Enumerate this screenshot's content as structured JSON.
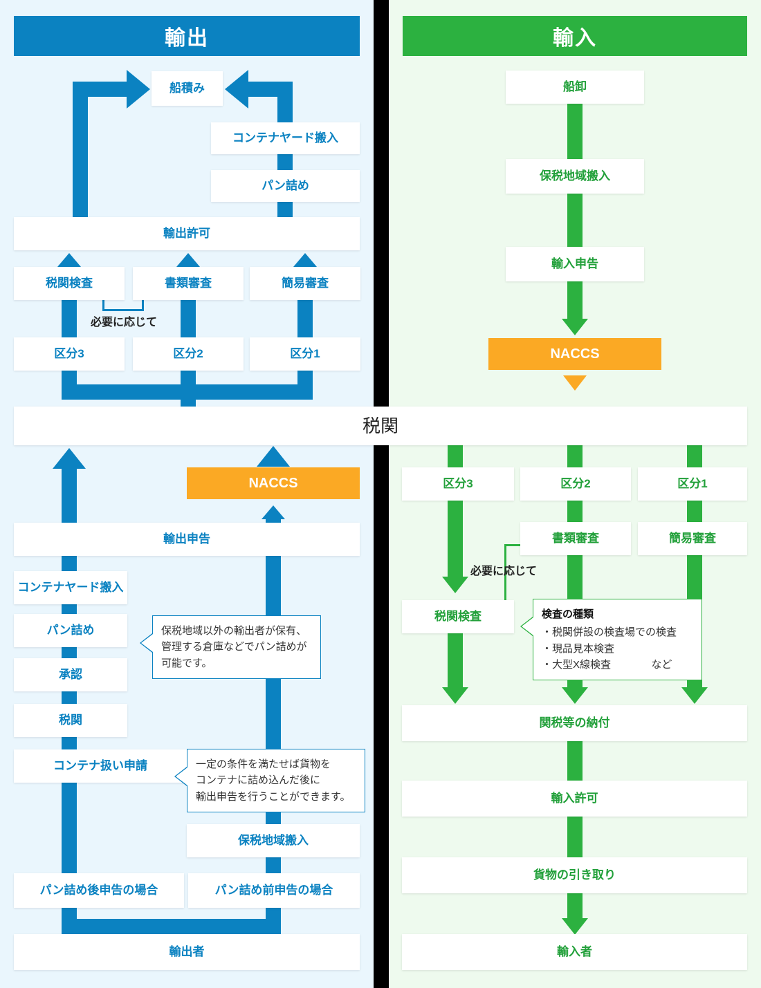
{
  "export": {
    "header": "輸出",
    "accent": "#0b82c1",
    "bg": "#eaf6fd",
    "nodes": {
      "shipment": "船積み",
      "container_yard_in": "コンテナヤード搬入",
      "vanning_top": "パン詰め",
      "export_permit": "輸出許可",
      "customs_inspection": "税関検査",
      "document_review": "書類審査",
      "simple_review": "簡易審査",
      "category3": "区分3",
      "category2": "区分2",
      "category1": "区分1",
      "naccs": "NACCS",
      "export_declaration": "輸出申告",
      "container_yard_in2": "コンテナヤード搬入",
      "vanning": "パン詰め",
      "approval": "承認",
      "customs": "税関",
      "container_handling_request": "コンテナ扱い申請",
      "bonded_area_in": "保税地域搬入",
      "after_vanning_case": "パン詰め後申告の場合",
      "before_vanning_case": "パン詰め前申告の場合",
      "exporter": "輸出者"
    },
    "bracket_label": "必要に応じて",
    "callout_vanning": "保税地域以外の輸出者が保有、\n管理する倉庫などでパン詰めが\n可能です。",
    "callout_container": "一定の条件を満たせば貨物を\nコンテナに詰め込んだ後に\n輸出申告を行うことができます。"
  },
  "shared": {
    "customs_band": "税関"
  },
  "import": {
    "header": "輸入",
    "accent": "#2cb140",
    "bg": "#eefaee",
    "nodes": {
      "unloading": "船卸",
      "bonded_area_in": "保税地域搬入",
      "import_declaration": "輸入申告",
      "naccs": "NACCS",
      "category3": "区分3",
      "category2": "区分2",
      "category1": "区分1",
      "document_review": "書類審査",
      "simple_review": "簡易審査",
      "customs_inspection": "税関検査",
      "duty_payment": "関税等の納付",
      "import_permit": "輸入許可",
      "cargo_pickup": "貨物の引き取り",
      "importer": "輸入者"
    },
    "bracket_label": "必要に応じて",
    "callout_inspection": {
      "title": "検査の種類",
      "items": [
        "・税関併設の検査場での検査",
        "・現品見本検査",
        "・大型X線検査              など"
      ]
    }
  },
  "colors": {
    "blue": "#0b82c1",
    "green": "#2cb140",
    "orange": "#fba924",
    "divider": "#000000"
  }
}
